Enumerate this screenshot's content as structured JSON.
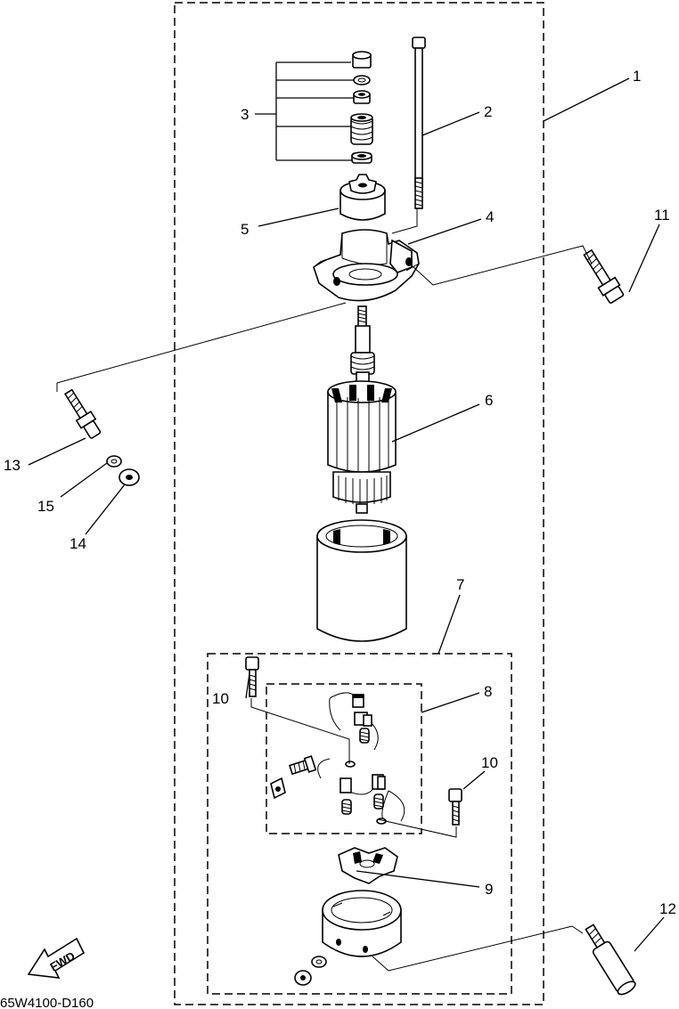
{
  "diagram": {
    "part_numbers": {
      "p1": "1",
      "p2": "2",
      "p3": "3",
      "p4": "4",
      "p5": "5",
      "p6": "6",
      "p7": "7",
      "p8": "8",
      "p9": "9",
      "p10a": "10",
      "p10b": "10",
      "p11": "11",
      "p12": "12",
      "p13": "13",
      "p14": "14",
      "p15": "15"
    },
    "fwd_label": "FWD",
    "drawing_code": "65W4100-D160"
  }
}
